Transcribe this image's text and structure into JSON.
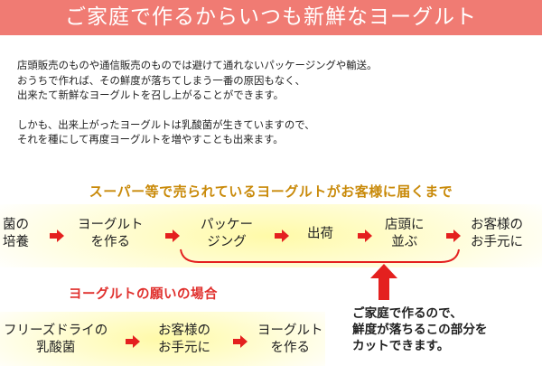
{
  "banner": {
    "title": "ご家庭で作るからいつも新鮮なヨーグルト"
  },
  "intro": {
    "lines": [
      "店頭販売のものや通信販売のものでは避けて通れないパッケージングや輸送。",
      "おうちで作れば、その鮮度が落ちてしまう一番の原因もなく、",
      "出来たて新鮮なヨーグルトを召し上がることができます。",
      "しかも、出来上がったヨーグルトは乳酸菌が生きていますので、",
      "それを種にして再度ヨーグルトを増やすことも出来ます。"
    ]
  },
  "flow_store": {
    "heading": "スーパー等で売られているヨーグルトがお客様に届くまで",
    "steps": [
      {
        "line1": "菌の",
        "line2": "培養"
      },
      {
        "line1": "ヨーグルト",
        "line2": "を作る"
      },
      {
        "line1": "パッケー",
        "line2": "ジング"
      },
      {
        "line1": "出荷",
        "line2": ""
      },
      {
        "line1": "店頭に",
        "line2": "並ぶ"
      },
      {
        "line1": "お客様の",
        "line2": "お手元に"
      }
    ]
  },
  "flow_home": {
    "heading": "ヨーグルトの願いの場合",
    "steps": [
      {
        "line1": "フリーズドライの",
        "line2": "乳酸菌"
      },
      {
        "line1": "お客様の",
        "line2": "お手元に"
      },
      {
        "line1": "ヨーグルト",
        "line2": "を作る"
      }
    ]
  },
  "callout": {
    "lines": [
      "ご家庭で作るので、",
      "鮮度が落ちるこの部分を",
      "カットできます。"
    ]
  },
  "colors": {
    "banner": "#f07b73",
    "arrow": "#e4201f",
    "heading_store": "#c98a0a",
    "heading_home": "#e0302d",
    "band": "#fffaa8"
  }
}
